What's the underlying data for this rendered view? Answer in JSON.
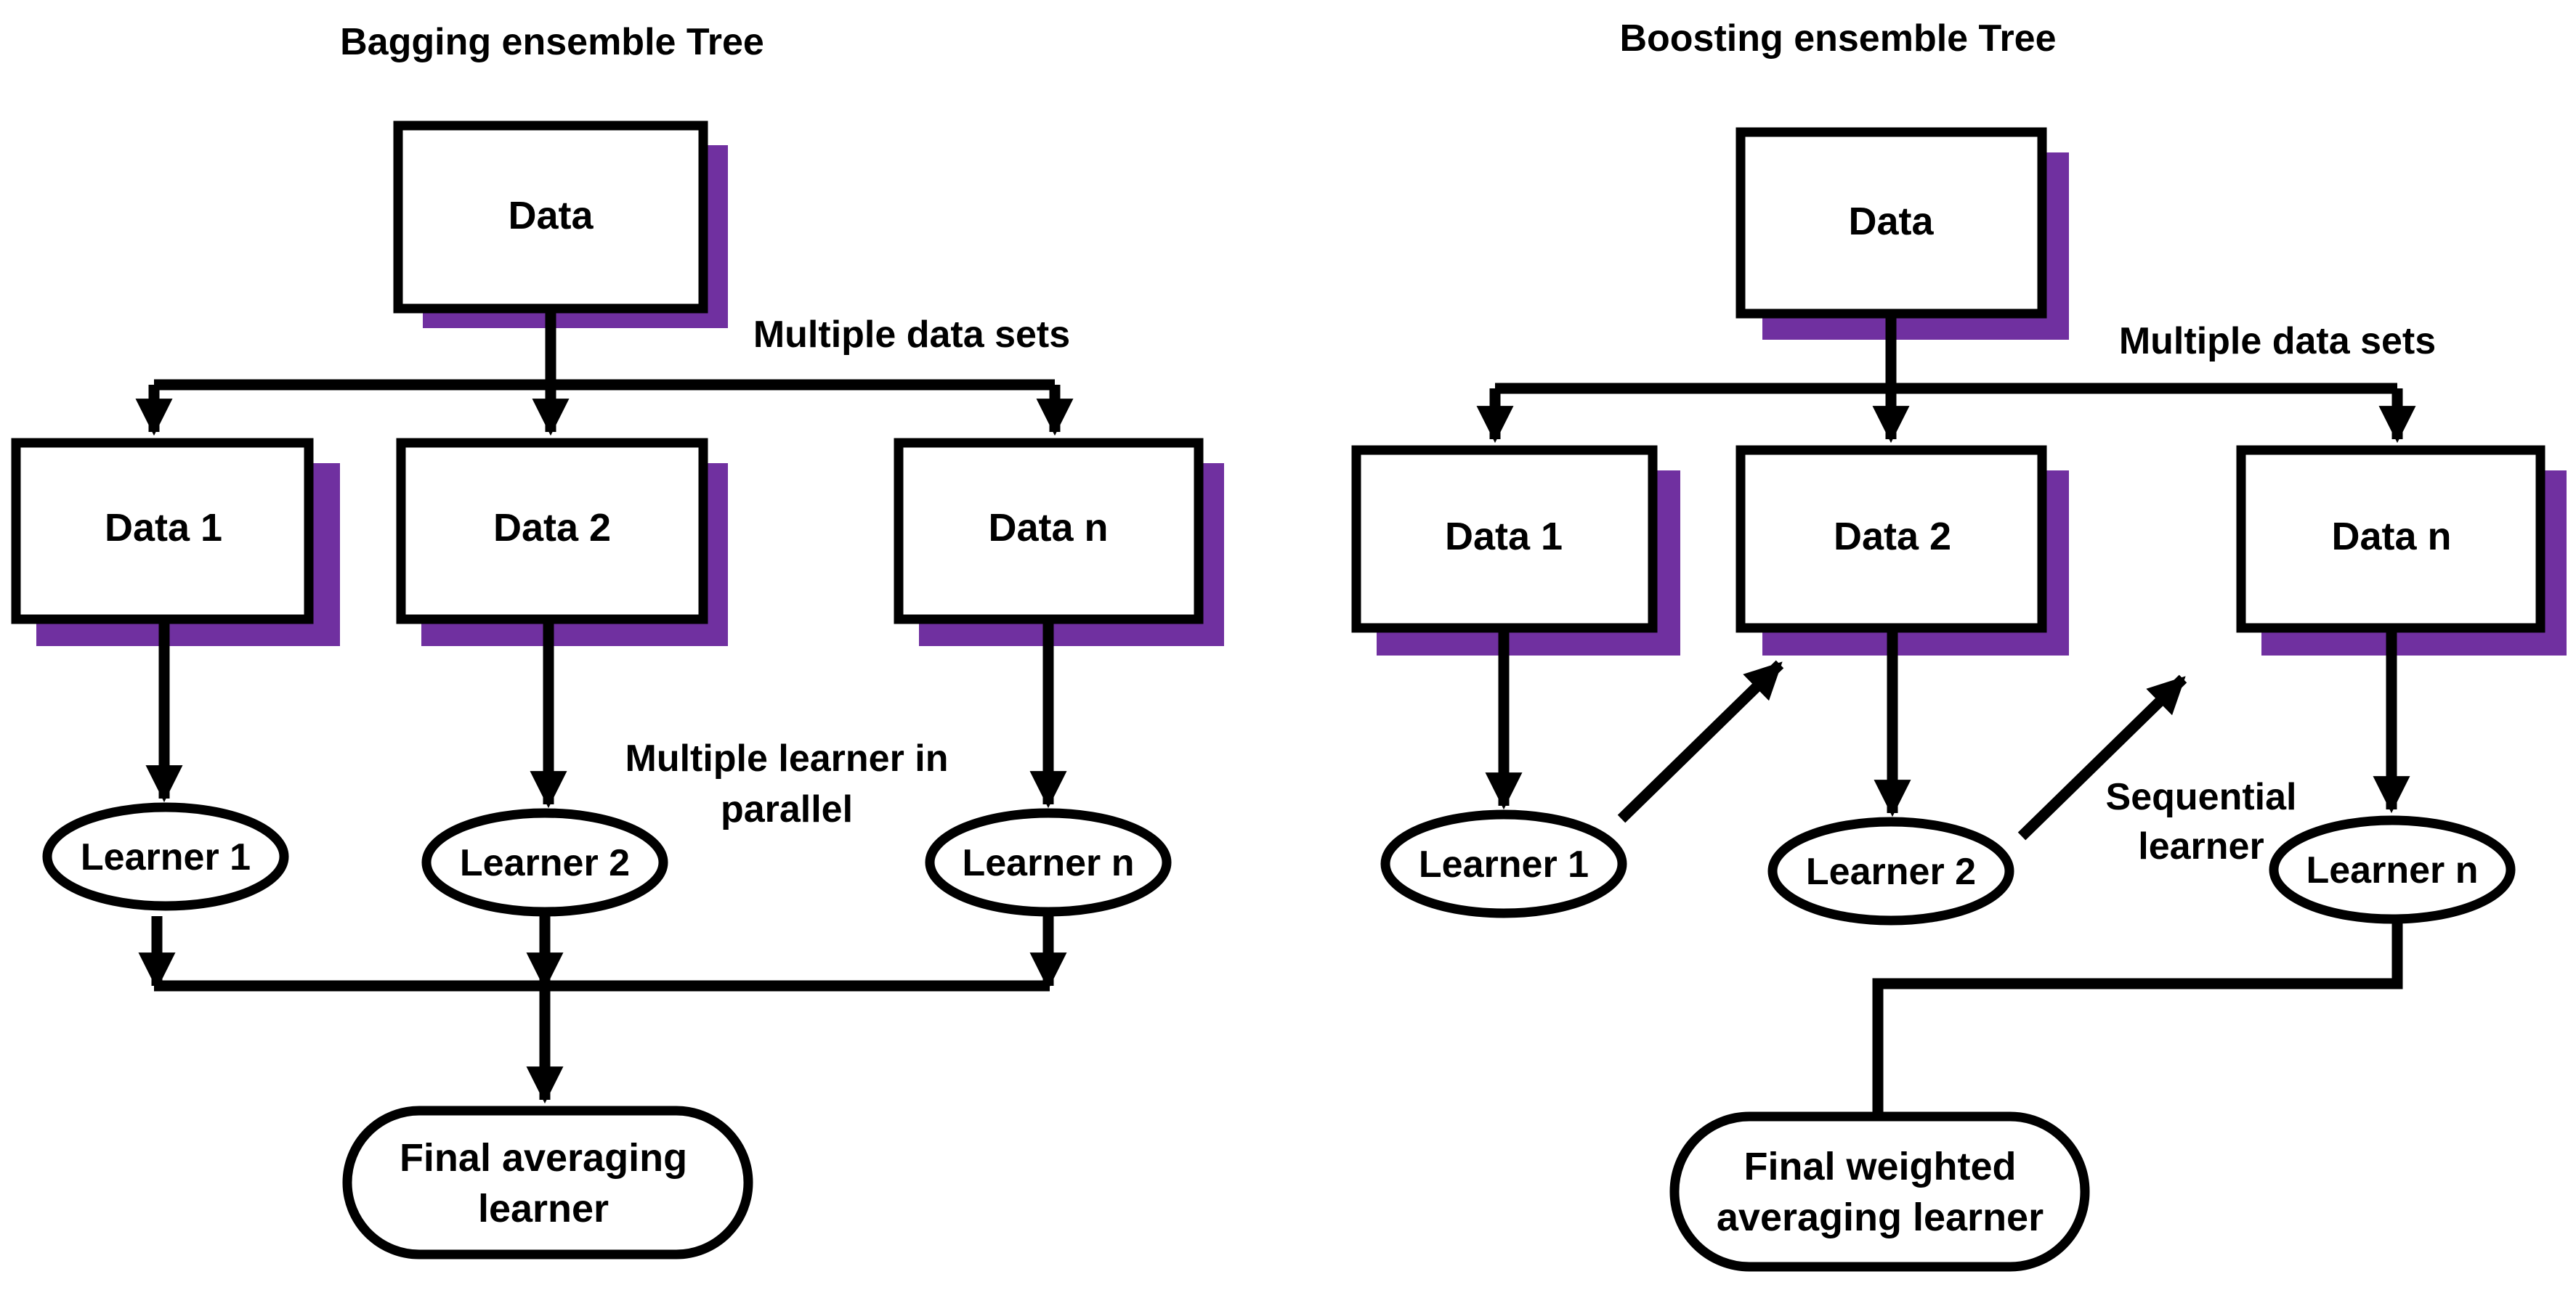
{
  "colors": {
    "shadow": "#7030A0",
    "stroke": "#000000",
    "background": "#FFFFFF"
  },
  "bagging": {
    "title": "Bagging ensemble Tree",
    "root": "Data",
    "split_label": "Multiple data sets",
    "datasets": [
      "Data 1",
      "Data 2",
      "Data n"
    ],
    "learners": [
      "Learner 1",
      "Learner 2",
      "Learner n"
    ],
    "parallel_label": [
      "Multiple learner in",
      "parallel"
    ],
    "final": [
      "Final averaging",
      "learner"
    ]
  },
  "boosting": {
    "title": "Boosting ensemble Tree",
    "root": "Data",
    "split_label": "Multiple data sets",
    "datasets": [
      "Data 1",
      "Data 2",
      "Data n"
    ],
    "learners": [
      "Learner 1",
      "Learner 2",
      "Learner n"
    ],
    "sequential_label": [
      "Sequential",
      "learner"
    ],
    "final": [
      "Final weighted",
      "averaging learner"
    ]
  }
}
